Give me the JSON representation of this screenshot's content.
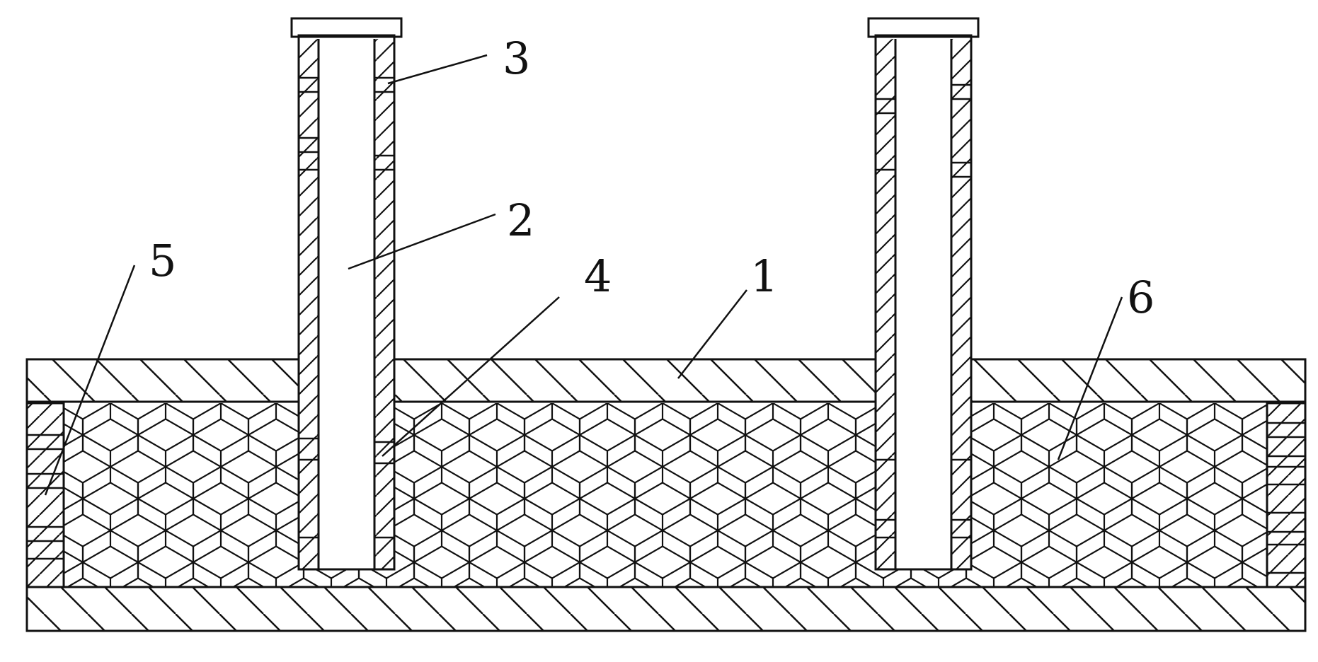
{
  "labels": {
    "l1": "1",
    "l2": "2",
    "l3": "3",
    "l4": "4",
    "l5": "5",
    "l6": "6"
  },
  "colors": {
    "line": "#111111",
    "background": "#ffffff"
  }
}
